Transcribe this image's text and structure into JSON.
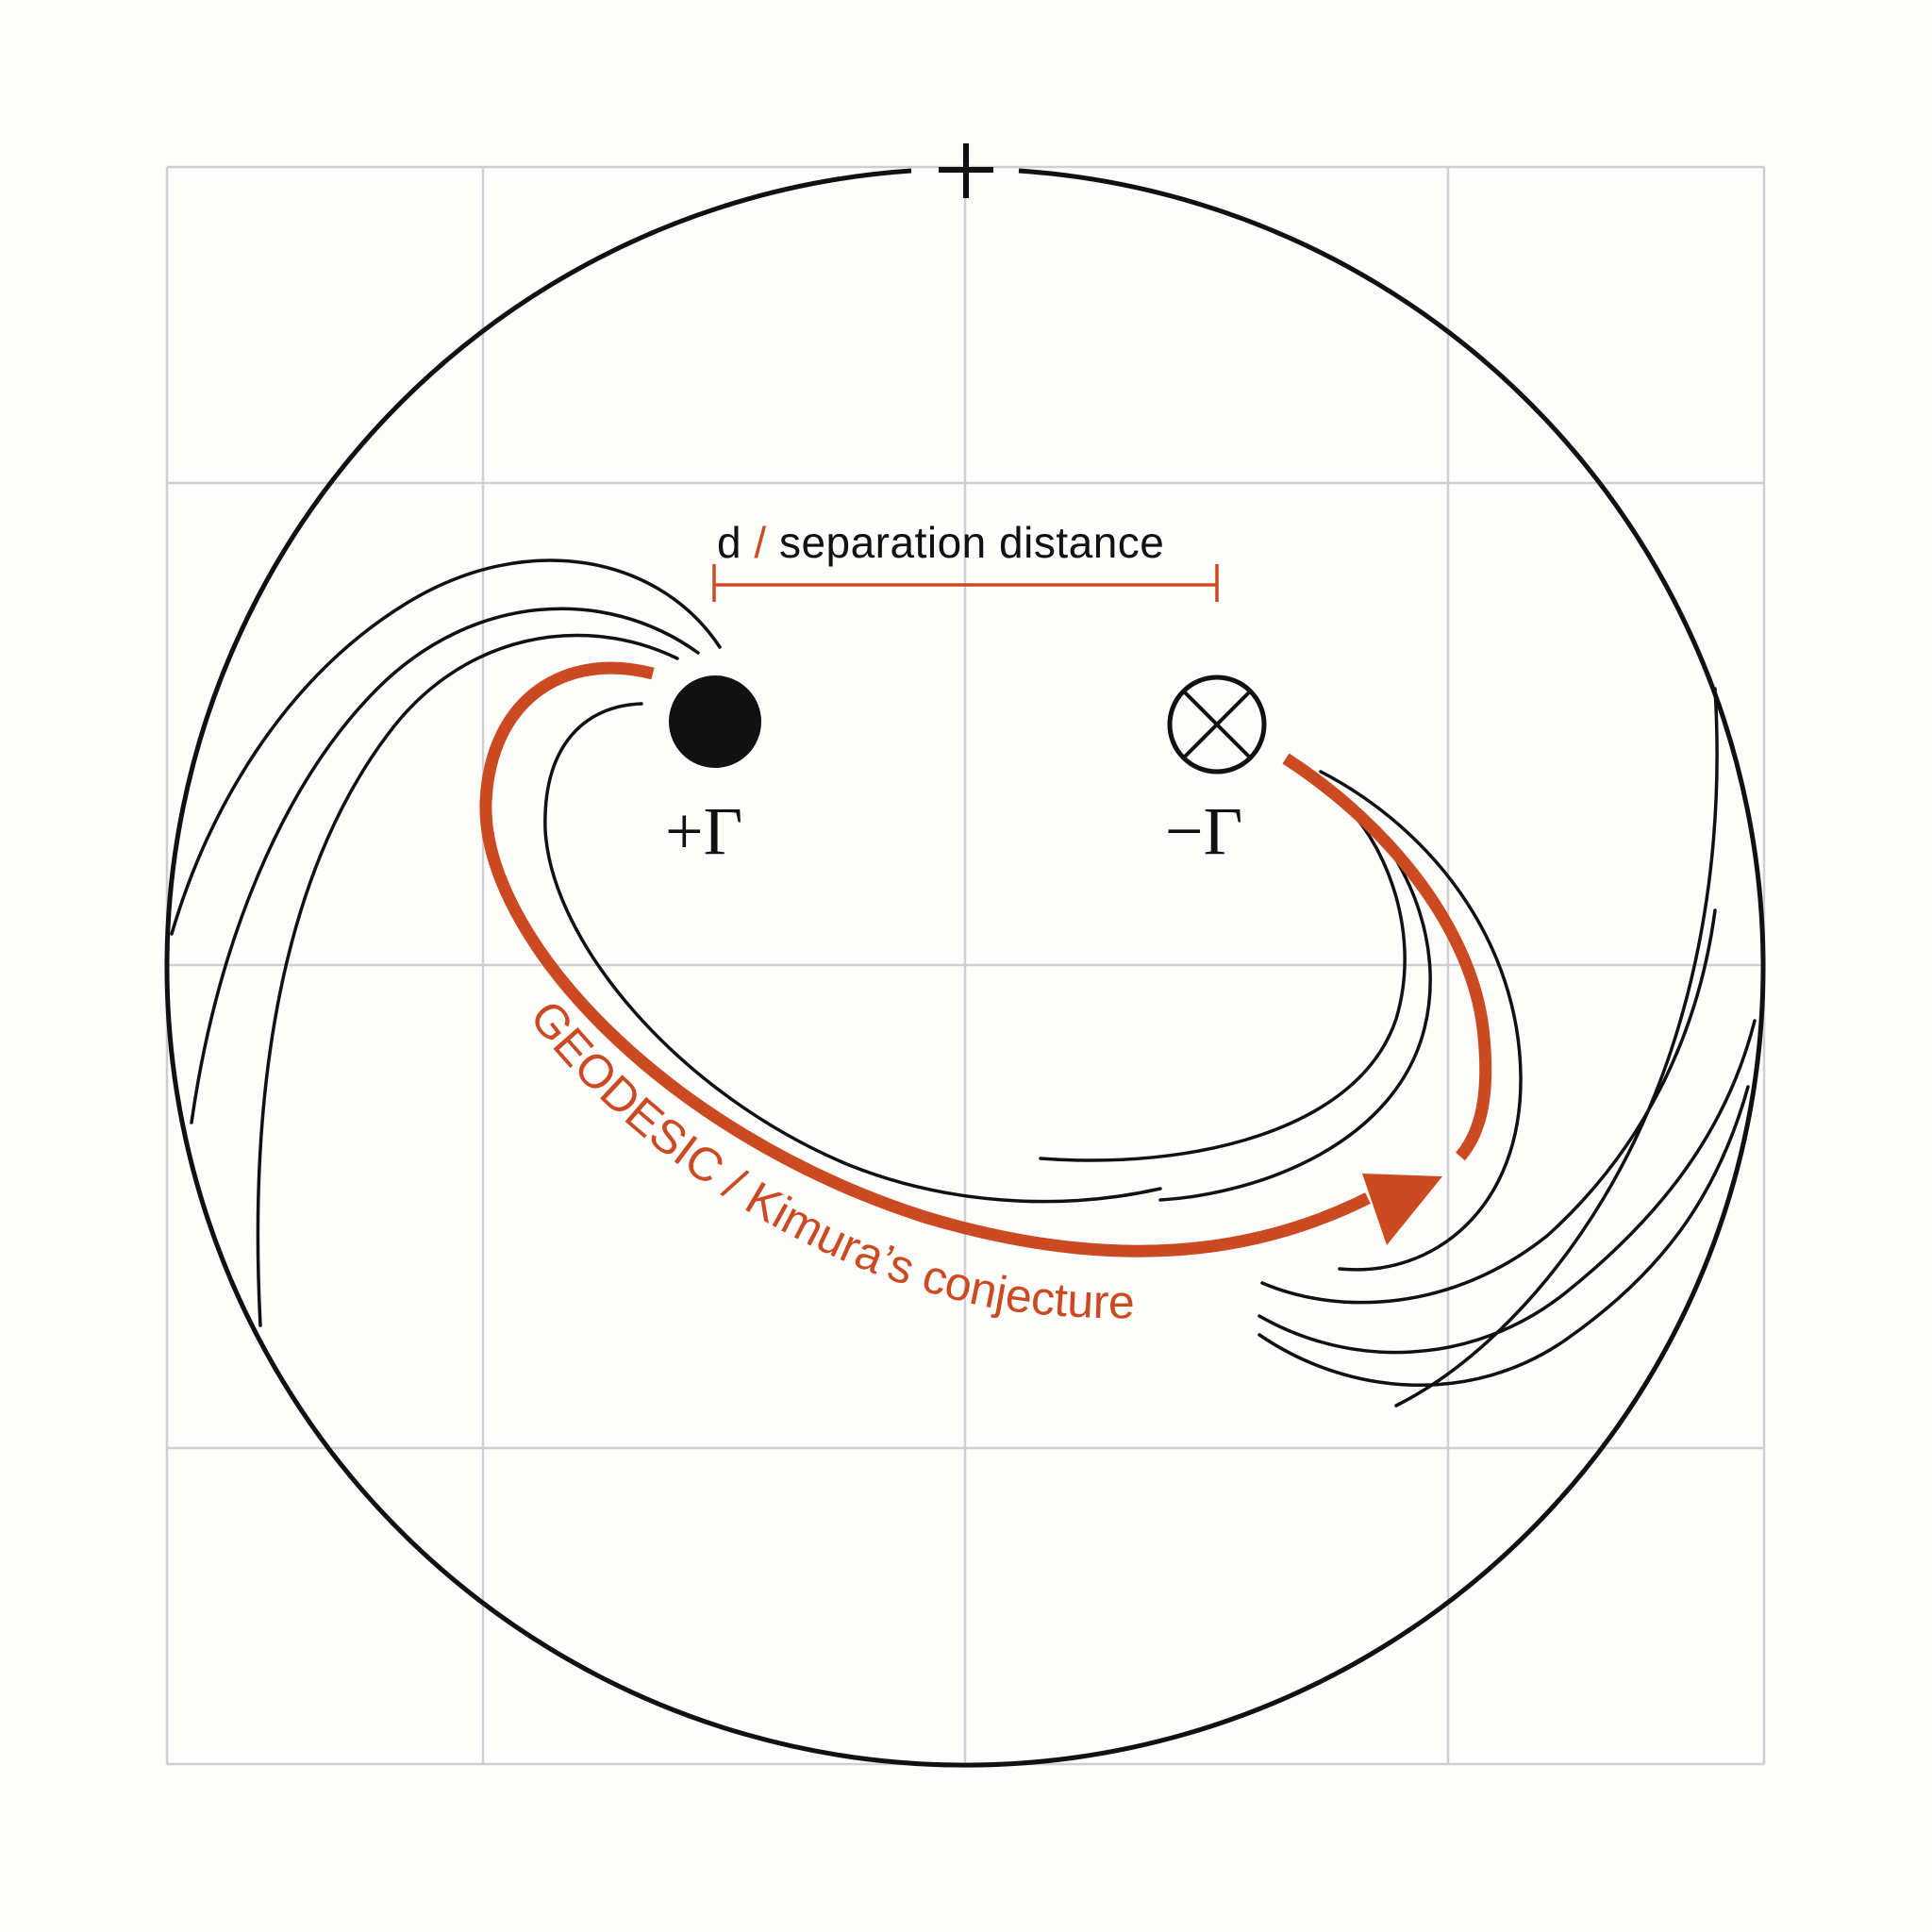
{
  "diagram": {
    "type": "vortex-pair-streamlines",
    "colors": {
      "background": "#fdfdfb",
      "ink": "#111111",
      "grid": "#cfcfd2",
      "accent": "#cc4a22"
    },
    "top_marker": {
      "symbol": "+"
    },
    "separation": {
      "variable": "d",
      "divider": "/",
      "label": "separation distance"
    },
    "vortices": [
      {
        "id": "positive",
        "icon": "filled-dot",
        "label": "+Γ"
      },
      {
        "id": "negative",
        "icon": "circle-cross",
        "label": "−Γ"
      }
    ],
    "geodesic": {
      "label": "GEODESIC / Kimura’s conjecture"
    },
    "grid": {
      "columns": 4,
      "rows": 4
    }
  }
}
